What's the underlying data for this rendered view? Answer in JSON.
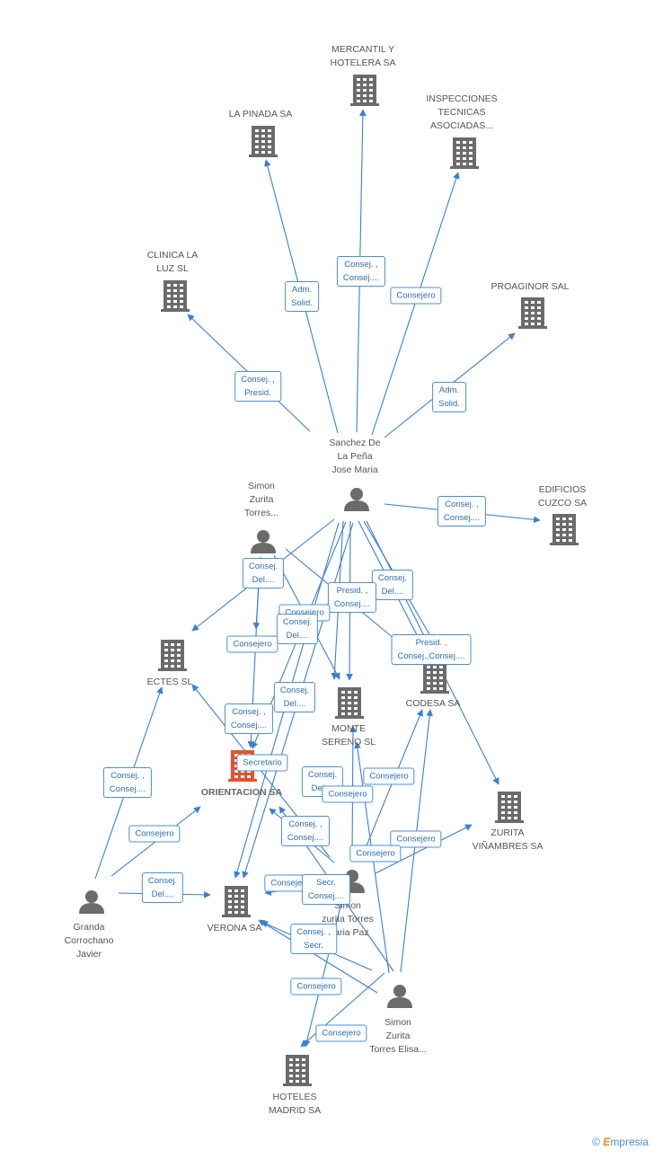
{
  "nodes": [
    {
      "id": "mercantil",
      "type": "company",
      "label": "MERCANTIL Y\nHOTELERA SA"
    },
    {
      "id": "pinada",
      "type": "company",
      "label": "LA PINADA SA"
    },
    {
      "id": "inspecciones",
      "type": "company",
      "label": "INSPECCIONES\nTECNICAS\nASOCIADAS..."
    },
    {
      "id": "clinica",
      "type": "company",
      "label": "CLINICA LA\nLUZ SL"
    },
    {
      "id": "proaginor",
      "type": "company",
      "label": "PROAGINOR SAL"
    },
    {
      "id": "sanchez",
      "type": "person",
      "label": "Sanchez De\nLa Peña\nJose Maria"
    },
    {
      "id": "simon_torres",
      "type": "person",
      "label": "Simon\nZurita\nTorres..."
    },
    {
      "id": "edificios",
      "type": "company",
      "label": "EDIFICIOS\nCUZCO SA"
    },
    {
      "id": "ectes",
      "type": "company",
      "label": "ECTES SL"
    },
    {
      "id": "monte",
      "type": "company",
      "label": "MONTE\nSERENO SL"
    },
    {
      "id": "codesa",
      "type": "company",
      "label": "CODESA SA"
    },
    {
      "id": "orientacion",
      "type": "company_focus",
      "label": "ORIENTACION SA"
    },
    {
      "id": "zurita",
      "type": "company",
      "label": "ZURITA\nVIÑAMBRES SA"
    },
    {
      "id": "granda",
      "type": "person",
      "label": "Granda\nCorrochano\nJavier"
    },
    {
      "id": "verona",
      "type": "company",
      "label": "VERONA SA"
    },
    {
      "id": "simon_maria",
      "type": "person",
      "label": "Simon\nzurita Torres\nMaria Paz"
    },
    {
      "id": "simon_elisa",
      "type": "person",
      "label": "Simon\nZurita\nTorres Elisa..."
    },
    {
      "id": "hoteles",
      "type": "company",
      "label": "HOTELES\nMADRID SA"
    }
  ],
  "edge_labels": [
    "Consej. ,\nConsej....",
    "Adm.\nSolid.",
    "Consejero",
    "Consej. ,\nPresid.",
    "Adm.\nSolid.",
    "Consej. ,\nConsej....",
    "Consej.\nDel....",
    "Consej.\nDel....",
    "Presid. ,\nConsej....",
    "Consejero",
    "Consej.\nDel....",
    "Consejero",
    "Presid. ,\nConsej.,Consej....",
    "Consej.\nDel....",
    "Consej. ,\nConsej....",
    "Secretario",
    "Consej. ,\nConsej....",
    "Consej.\nDel....",
    "Consejero",
    "Consejero",
    "Consejero",
    "Consej. ,\nConsej....",
    "Consejero",
    "Consejero",
    "Consej.\nDel....",
    "Consejero",
    "Secr.\nConsej....",
    "Consej. ,\nSecr.",
    "Consejero",
    "Consejero",
    "Consej. ,\nConsej...."
  ],
  "colors": {
    "edge": "#3a7fd5",
    "node": "#6b6b6b",
    "focus": "#e8502a",
    "label_text": "#2d6db5"
  },
  "watermark": {
    "symbol": "©",
    "brand_first": "E",
    "brand_rest": "mpresia"
  }
}
